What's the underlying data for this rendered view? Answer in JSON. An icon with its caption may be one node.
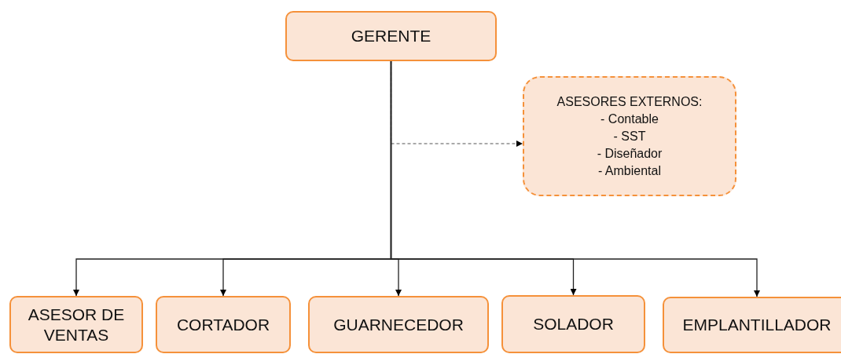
{
  "diagram": {
    "nodes": [
      {
        "text": [
          "GERENTE"
        ]
      },
      {
        "text": [
          "ASESORES EXTERNOS:",
          "- Contable",
          "- SST",
          "- Diseñador",
          "- Ambiental"
        ]
      },
      {
        "text": [
          "ASESOR DE VENTAS"
        ]
      },
      {
        "text": [
          "CORTADOR"
        ]
      },
      {
        "text": [
          "GUARNECEDOR"
        ]
      },
      {
        "text": [
          "SOLADOR"
        ]
      },
      {
        "text": [
          "EMPLANTILLADOR"
        ]
      }
    ],
    "edges": [
      {
        "from": 0,
        "to": 1,
        "arrow": "to",
        "style": "dashed"
      },
      {
        "from": 0,
        "to": 2,
        "arrow": "to"
      },
      {
        "from": 0,
        "to": 3,
        "arrow": "to"
      },
      {
        "from": 0,
        "to": 4,
        "arrow": "to"
      },
      {
        "from": 0,
        "to": 5,
        "arrow": "to"
      },
      {
        "from": 0,
        "to": 6,
        "arrow": "to"
      }
    ]
  }
}
